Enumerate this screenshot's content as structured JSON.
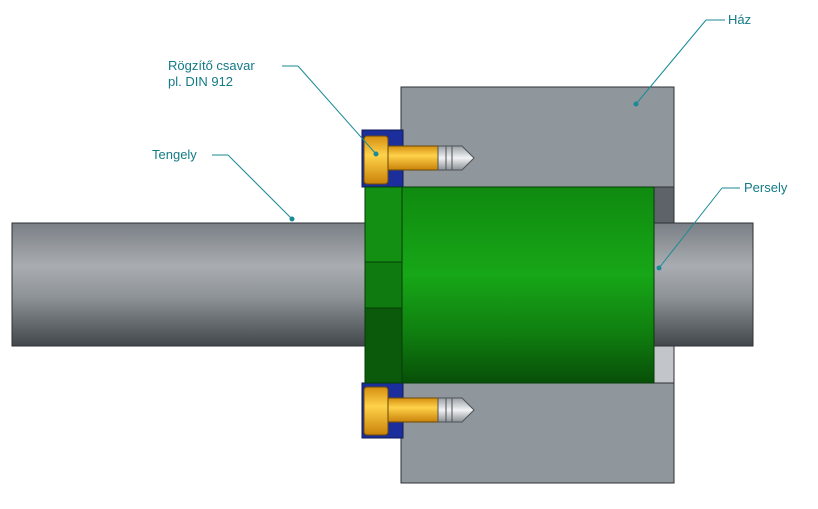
{
  "labels": {
    "haz": "Ház",
    "rogzito_line1": "Rögzítő csavar",
    "rogzito_line2": "pl. DIN 912",
    "tengely": "Tengely",
    "persely": "Persely"
  },
  "colors": {
    "label_text": "#137a86",
    "leader": "#1a8a96",
    "housing": "#8f969c",
    "shaft": "#8b9096",
    "bushing_green": "#118a11",
    "bushing_dark": "#0d6d0d",
    "screw_yellow": "#f2b61b",
    "blue_ring": "#1c2e9c"
  }
}
